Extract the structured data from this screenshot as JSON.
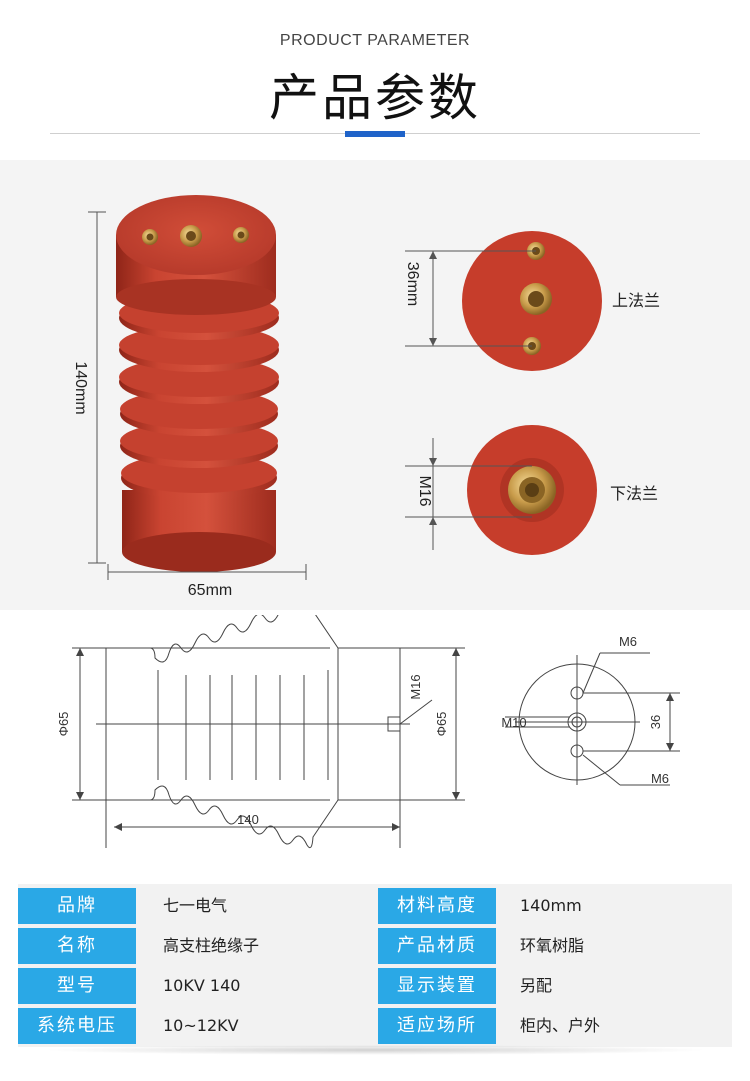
{
  "header": {
    "subtitle": "PRODUCT PARAMETER",
    "title": "产品参数",
    "accent_color": "#1f63c9"
  },
  "photo": {
    "height_dim": "140mm",
    "width_dim": "65mm",
    "top_flange_dim": "36mm",
    "top_flange_label": "上法兰",
    "bottom_flange_dim": "M16",
    "bottom_flange_label": "下法兰",
    "insulator_color": "#c63d2b"
  },
  "drawing": {
    "side_view": {
      "left_dia": "Φ65",
      "right_dia": "Φ65",
      "length": "140",
      "thread": "M16"
    },
    "end_view": {
      "top_hole": "M6",
      "center_hole": "M10",
      "bottom_hole": "M6",
      "spacing": "36"
    }
  },
  "params": {
    "key_color": "#2aa8e6",
    "rows": [
      {
        "k1": "品牌",
        "v1": "七一电气",
        "k2": "材料高度",
        "v2": "140mm"
      },
      {
        "k1": "名称",
        "v1": "高支柱绝缘子",
        "k2": "产品材质",
        "v2": "环氧树脂"
      },
      {
        "k1": "型号",
        "v1": "10KV 140",
        "k2": "显示装置",
        "v2": "另配"
      },
      {
        "k1": "系统电压",
        "v1": "10~12KV",
        "k2": "适应场所",
        "v2": "柜内、户外"
      }
    ]
  }
}
